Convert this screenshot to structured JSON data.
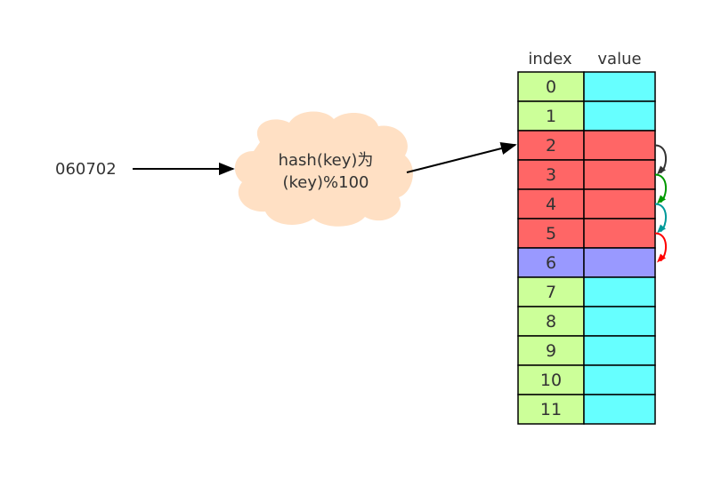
{
  "input_key": "060702",
  "hash_function": {
    "line1": "hash(key)为",
    "line2": "(key)%100"
  },
  "table": {
    "index_header": "index",
    "value_header": "value",
    "rows": [
      {
        "index": "0",
        "state": "empty"
      },
      {
        "index": "1",
        "state": "empty"
      },
      {
        "index": "2",
        "state": "collision"
      },
      {
        "index": "3",
        "state": "collision"
      },
      {
        "index": "4",
        "state": "collision"
      },
      {
        "index": "5",
        "state": "collision"
      },
      {
        "index": "6",
        "state": "target"
      },
      {
        "index": "7",
        "state": "empty"
      },
      {
        "index": "8",
        "state": "empty"
      },
      {
        "index": "9",
        "state": "empty"
      },
      {
        "index": "10",
        "state": "empty"
      },
      {
        "index": "11",
        "state": "empty"
      }
    ]
  },
  "colors": {
    "index_empty": "#ccff99",
    "value_empty": "#66ffff",
    "collision": "#ff6666",
    "target": "#9999ff",
    "cloud": "#ffe0c4",
    "probe_arrows": [
      "#333333",
      "#009900",
      "#009999",
      "#ff0000"
    ]
  }
}
